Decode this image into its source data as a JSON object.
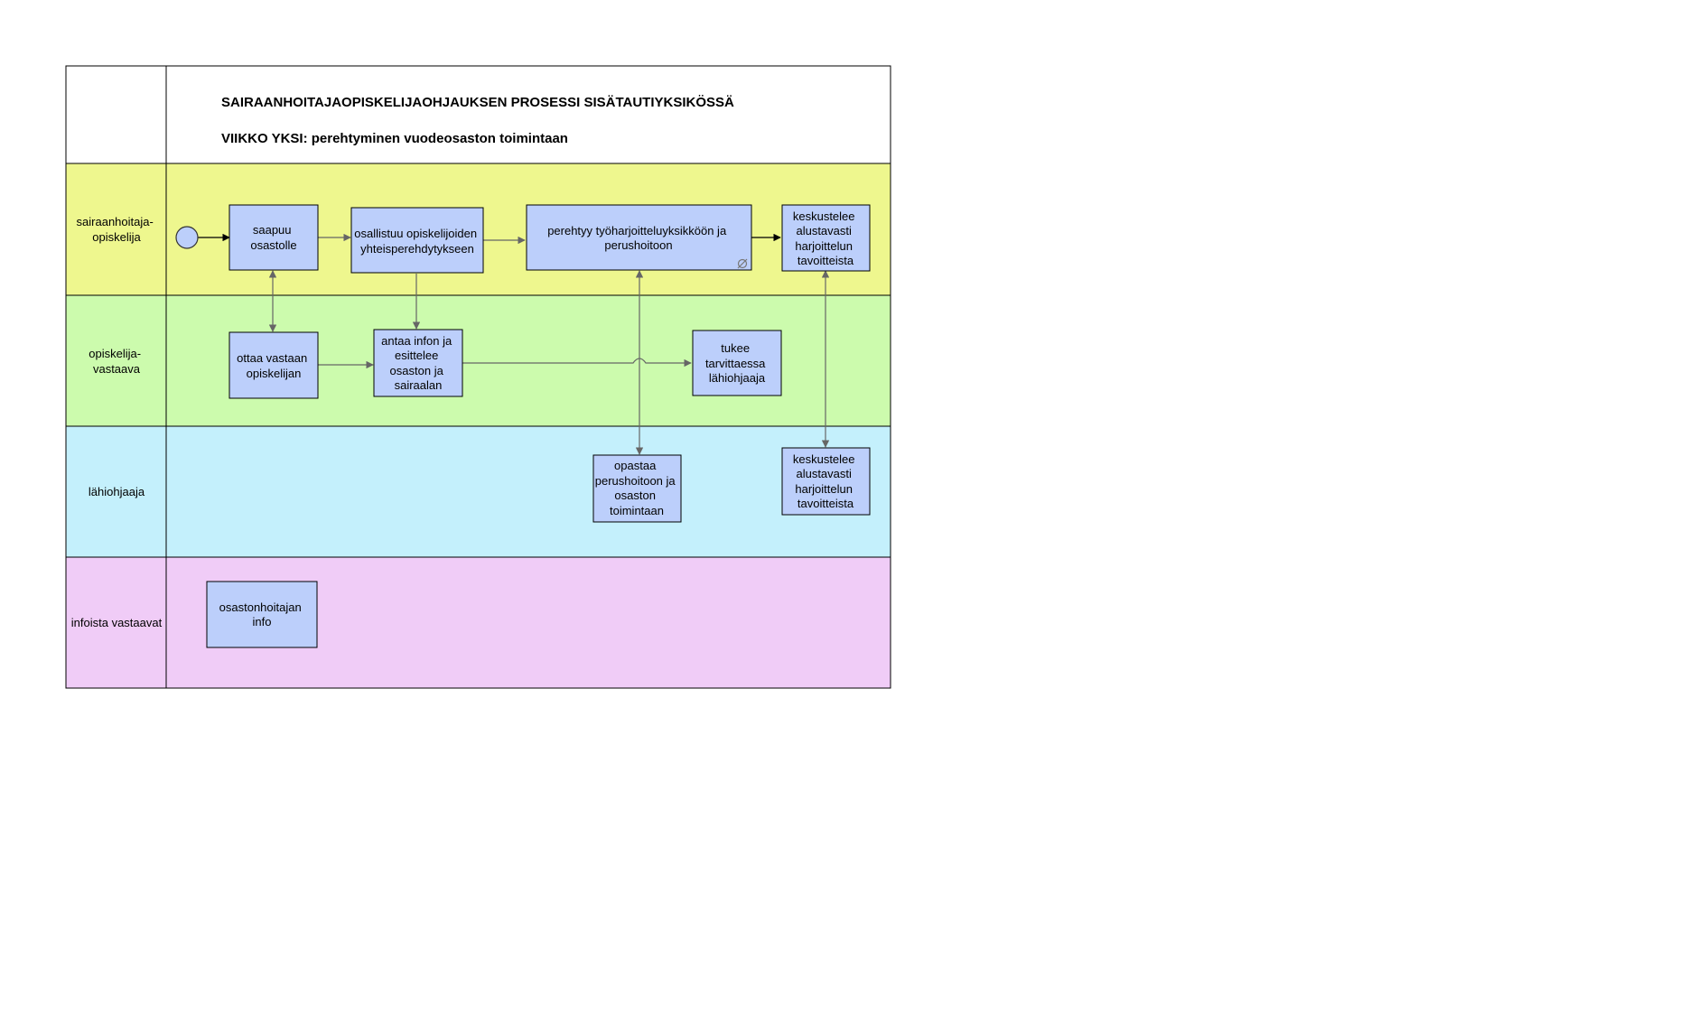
{
  "diagram": {
    "title": "SAIRAANHOITAJAOPISKELIJAOHJAUKSEN PROSESSI SISÄTAUTIYKSIKÖSSÄ",
    "subtitle": "VIIKKO YKSI: perehtyminen vuodeosaston toimintaan",
    "lanes": [
      {
        "lines": [
          "sairaanhoitaja-",
          "opiskelija"
        ],
        "color": "#eef78e"
      },
      {
        "lines": [
          "opiskelija-",
          "vastaava"
        ],
        "color": "#ccfbad"
      },
      {
        "lines": [
          "lähiohjaaja"
        ],
        "color": "#c4f0fc"
      },
      {
        "lines": [
          "infoista vastaavat"
        ],
        "color": "#f0ccf7"
      }
    ],
    "tasks": {
      "saapuu": [
        "saapuu",
        "osastolle"
      ],
      "osallistuu": [
        "osallistuu opiskelijoiden",
        "yhteisperehdytykseen"
      ],
      "perehtyy": [
        "perehtyy työharjoitteluyksikköön ja",
        "perushoitoon"
      ],
      "keskustelee_opiskelija": [
        "keskustelee",
        "alustavasti",
        "harjoittelun",
        "tavoitteista"
      ],
      "ottaa_vastaan": [
        "ottaa vastaan",
        "opiskelijan"
      ],
      "antaa_infon": [
        "antaa infon ja",
        "esittelee",
        "osaston ja",
        "sairaalan"
      ],
      "tukee": [
        "tukee",
        "tarvittaessa",
        "lähiohjaaja"
      ],
      "opastaa": [
        "opastaa",
        "perushoitoon ja",
        "osaston",
        "toimintaan"
      ],
      "keskustelee_lahiohjaaja": [
        "keskustelee",
        "alustavasti",
        "harjoittelun",
        "tavoitteista"
      ],
      "osastonhoitajan_info": [
        "osastonhoitajan",
        "info"
      ]
    },
    "colors": {
      "task_fill": "#bccffb",
      "border": "#000000",
      "connector": "#666666",
      "start_event_fill": "#bccffb"
    }
  }
}
